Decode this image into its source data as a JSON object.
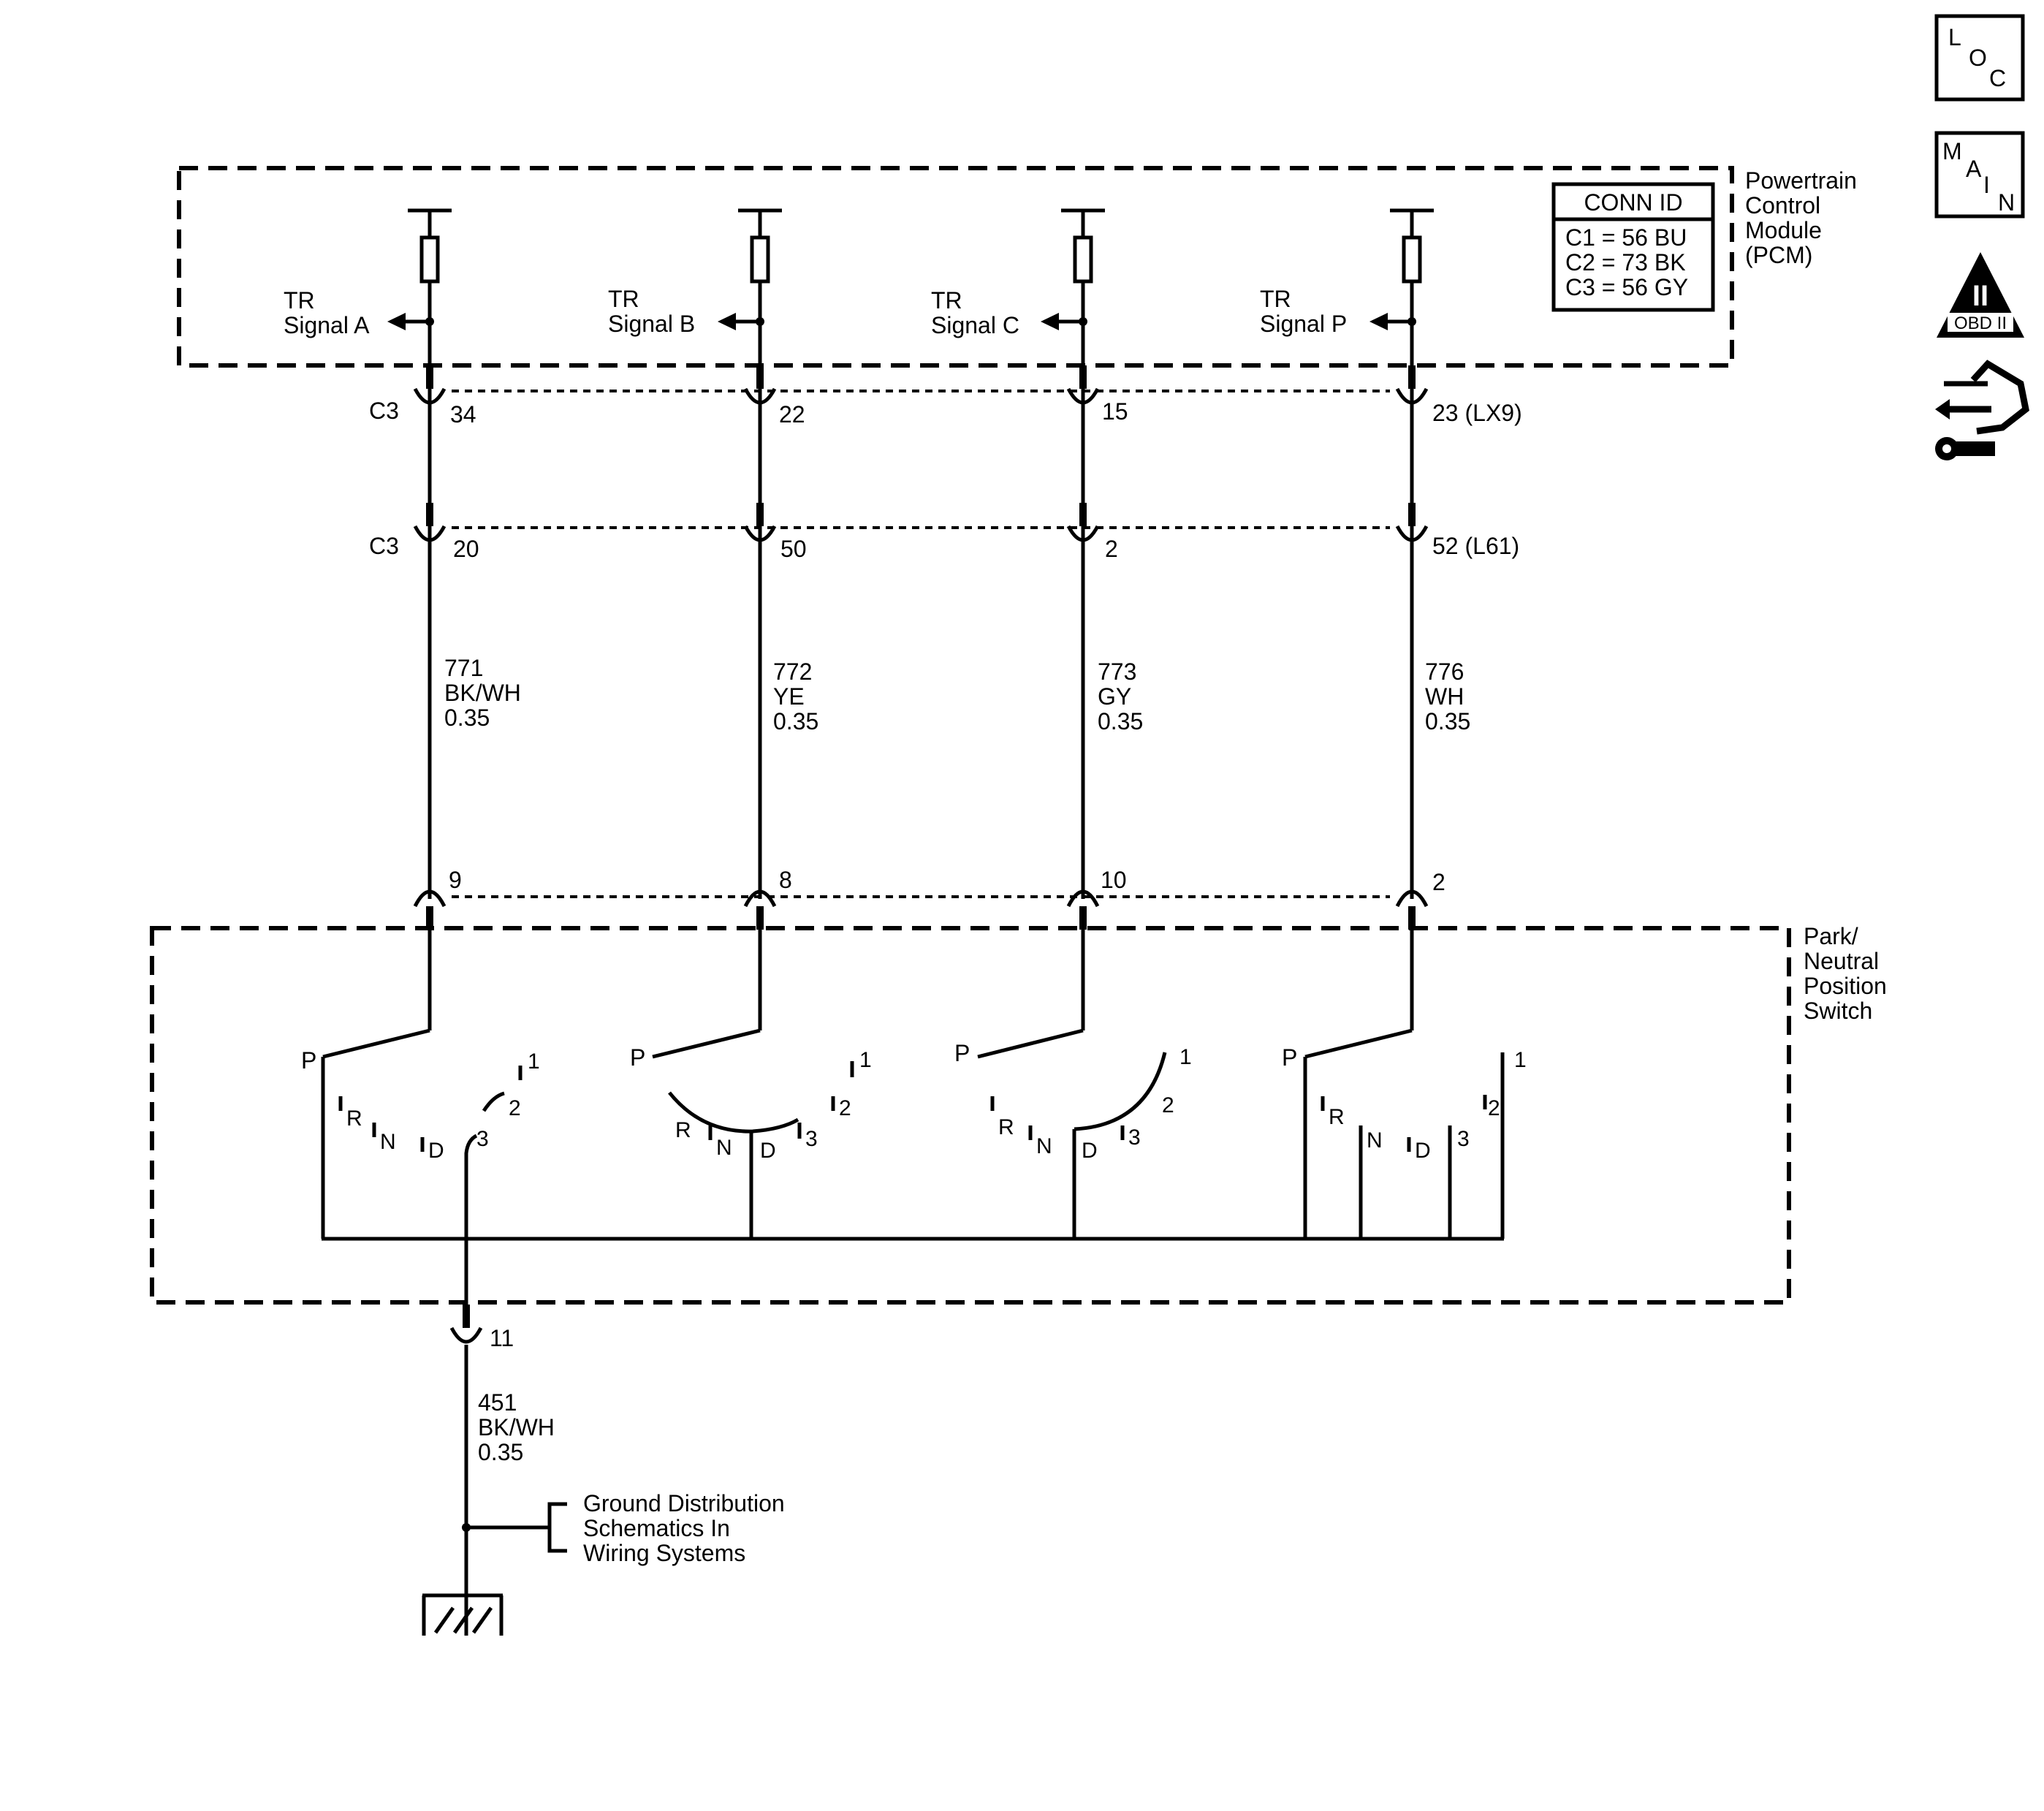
{
  "pcm": {
    "label_lines": [
      "Powertrain",
      "Control",
      "Module",
      "(PCM)"
    ],
    "conn_id": {
      "title": "CONN ID",
      "rows": [
        "C1 = 56 BU",
        "C2 = 73 BK",
        "C3 = 56 GY"
      ]
    },
    "signals": [
      {
        "line1": "TR",
        "line2": "Signal A"
      },
      {
        "line1": "TR",
        "line2": "Signal B"
      },
      {
        "line1": "TR",
        "line2": "Signal C"
      },
      {
        "line1": "TR",
        "line2": "Signal P"
      }
    ]
  },
  "connector_rows": [
    {
      "connector": "C3",
      "pins": [
        "34",
        "22",
        "15",
        "23 (LX9)"
      ]
    },
    {
      "connector": "C3",
      "pins": [
        "20",
        "50",
        "2",
        "52 (L61)"
      ]
    }
  ],
  "wires": [
    {
      "circuit": "771",
      "color": "BK/WH",
      "gauge": "0.35"
    },
    {
      "circuit": "772",
      "color": "YE",
      "gauge": "0.35"
    },
    {
      "circuit": "773",
      "color": "GY",
      "gauge": "0.35"
    },
    {
      "circuit": "776",
      "color": "WH",
      "gauge": "0.35"
    }
  ],
  "switch_pins": [
    "9",
    "8",
    "10",
    "2"
  ],
  "switch": {
    "label_lines": [
      "Park/",
      "Neutral",
      "Position",
      "Switch"
    ],
    "positions": {
      "p": "P",
      "r": "R",
      "n": "N",
      "d": "D",
      "g3": "3",
      "g2": "2",
      "g1": "1"
    },
    "ground_pin": "11"
  },
  "ground_wire": {
    "circuit": "451",
    "color": "BK/WH",
    "gauge": "0.35"
  },
  "ground_ref": {
    "lines": [
      "Ground Distribution",
      "Schematics In",
      "Wiring Systems"
    ]
  },
  "side_icons": {
    "loc": {
      "l1": "L",
      "l2": "O",
      "l3": "C"
    },
    "main": {
      "l1": "M",
      "l2": "A",
      "l3": "I",
      "l4": "N"
    },
    "obd": {
      "numeral": "II",
      "label": "OBD II"
    }
  }
}
